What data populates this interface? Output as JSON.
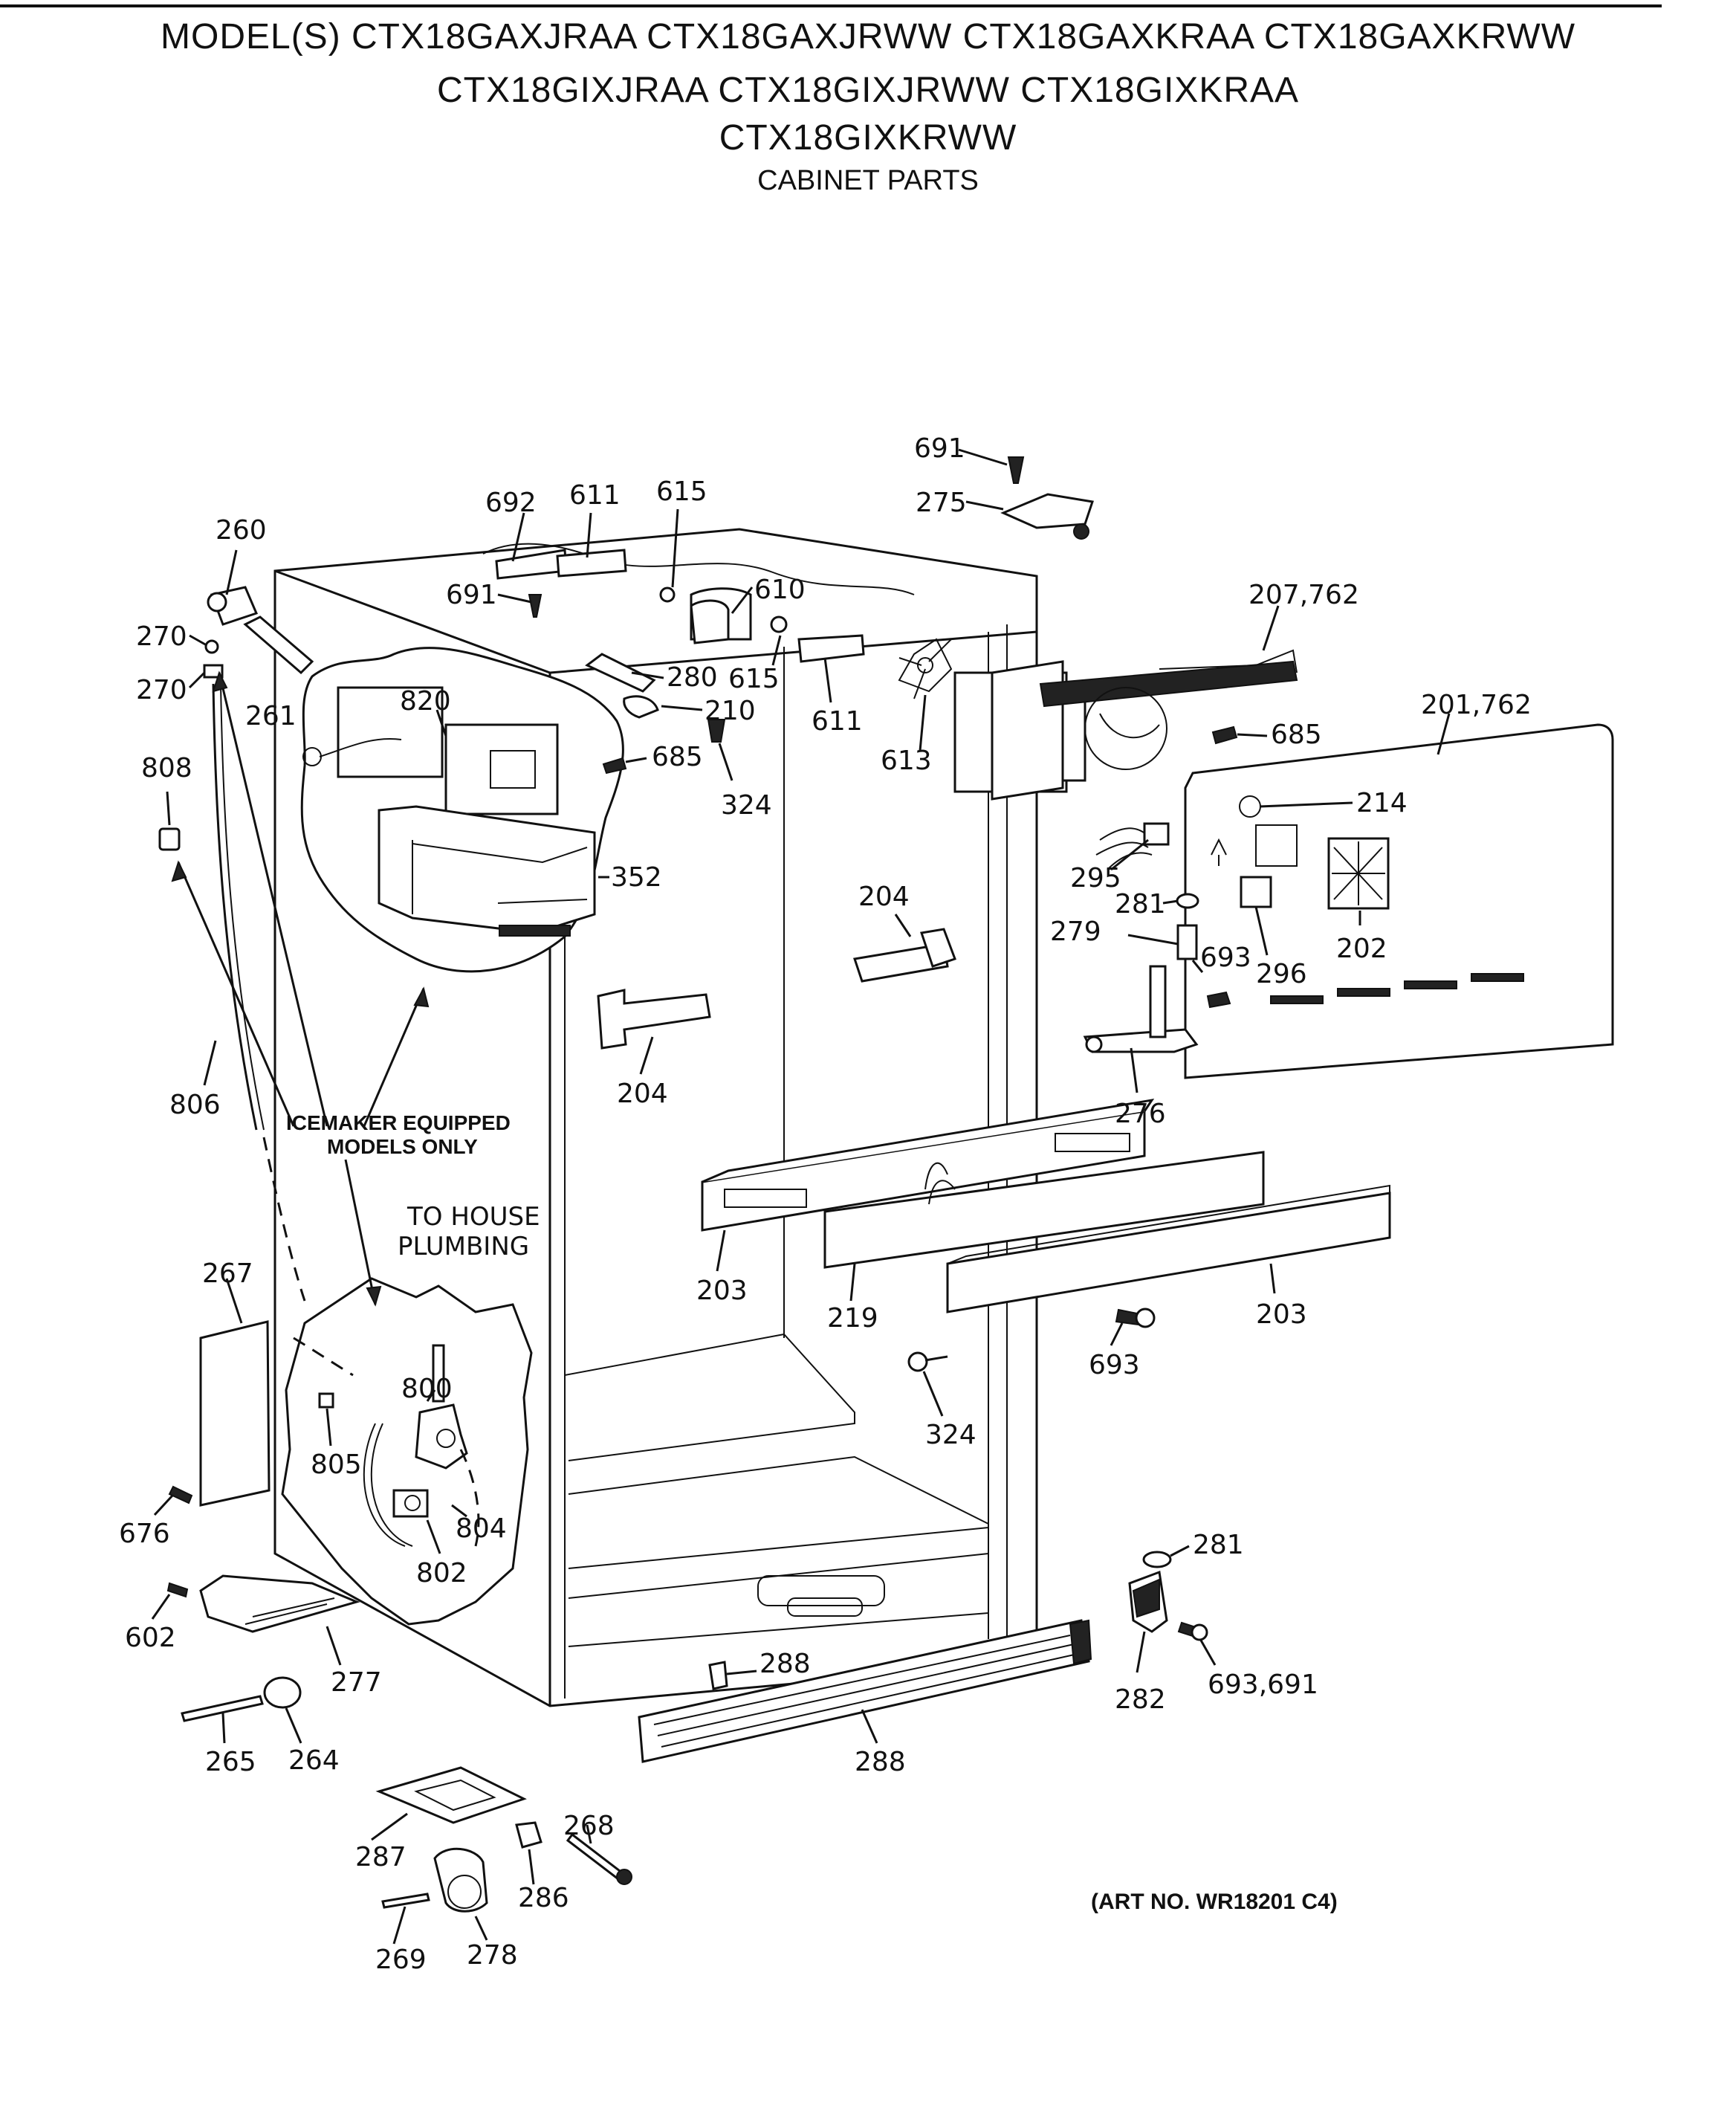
{
  "header": {
    "line1": "MODEL(S) CTX18GAXJRAA  CTX18GAXJRWW  CTX18GAXKRAA  CTX18GAXKRWW",
    "line2": "CTX18GIXJRAA  CTX18GIXJRWW  CTX18GIXKRAA",
    "line3": "CTX18GIXKRWW",
    "section": "CABINET PARTS"
  },
  "notes": {
    "icemaker_1": "ICEMAKER EQUIPPED",
    "icemaker_2": "MODELS ONLY",
    "plumbing_1": "TO HOUSE",
    "plumbing_2": "PLUMBING",
    "art_no": "(ART NO. WR18201 C4)"
  },
  "callouts": {
    "c691a": "691",
    "c275": "275",
    "c692": "692",
    "c611a": "611",
    "c615a": "615",
    "c610": "610",
    "c691b": "691",
    "c260": "260",
    "c270a": "270",
    "c270b": "270",
    "c261": "261",
    "c820": "820",
    "c280": "280",
    "c615b": "615",
    "c210": "210",
    "c611b": "611",
    "c613": "613",
    "c207": "207,762",
    "c685a": "685",
    "c685b": "685",
    "c324a": "324",
    "c201": "201,762",
    "c214": "214",
    "c808": "808",
    "c352": "352",
    "c295": "295",
    "c204a": "204",
    "c281a": "281",
    "c202": "202",
    "c279": "279",
    "c693a": "693",
    "c296": "296",
    "c204b": "204",
    "c276": "276",
    "c806": "806",
    "c203a": "203",
    "c219": "219",
    "c203b": "203",
    "c693b": "693",
    "c267": "267",
    "c800": "800",
    "c324b": "324",
    "c805": "805",
    "c804": "804",
    "c676": "676",
    "c802": "802",
    "c281b": "281",
    "c602": "602",
    "c277": "277",
    "c288a": "288",
    "c282": "282",
    "c693c": "693,691",
    "c265": "265",
    "c264": "264",
    "c288b": "288",
    "c268": "268",
    "c287": "287",
    "c286": "286",
    "c269": "269",
    "c278": "278"
  }
}
